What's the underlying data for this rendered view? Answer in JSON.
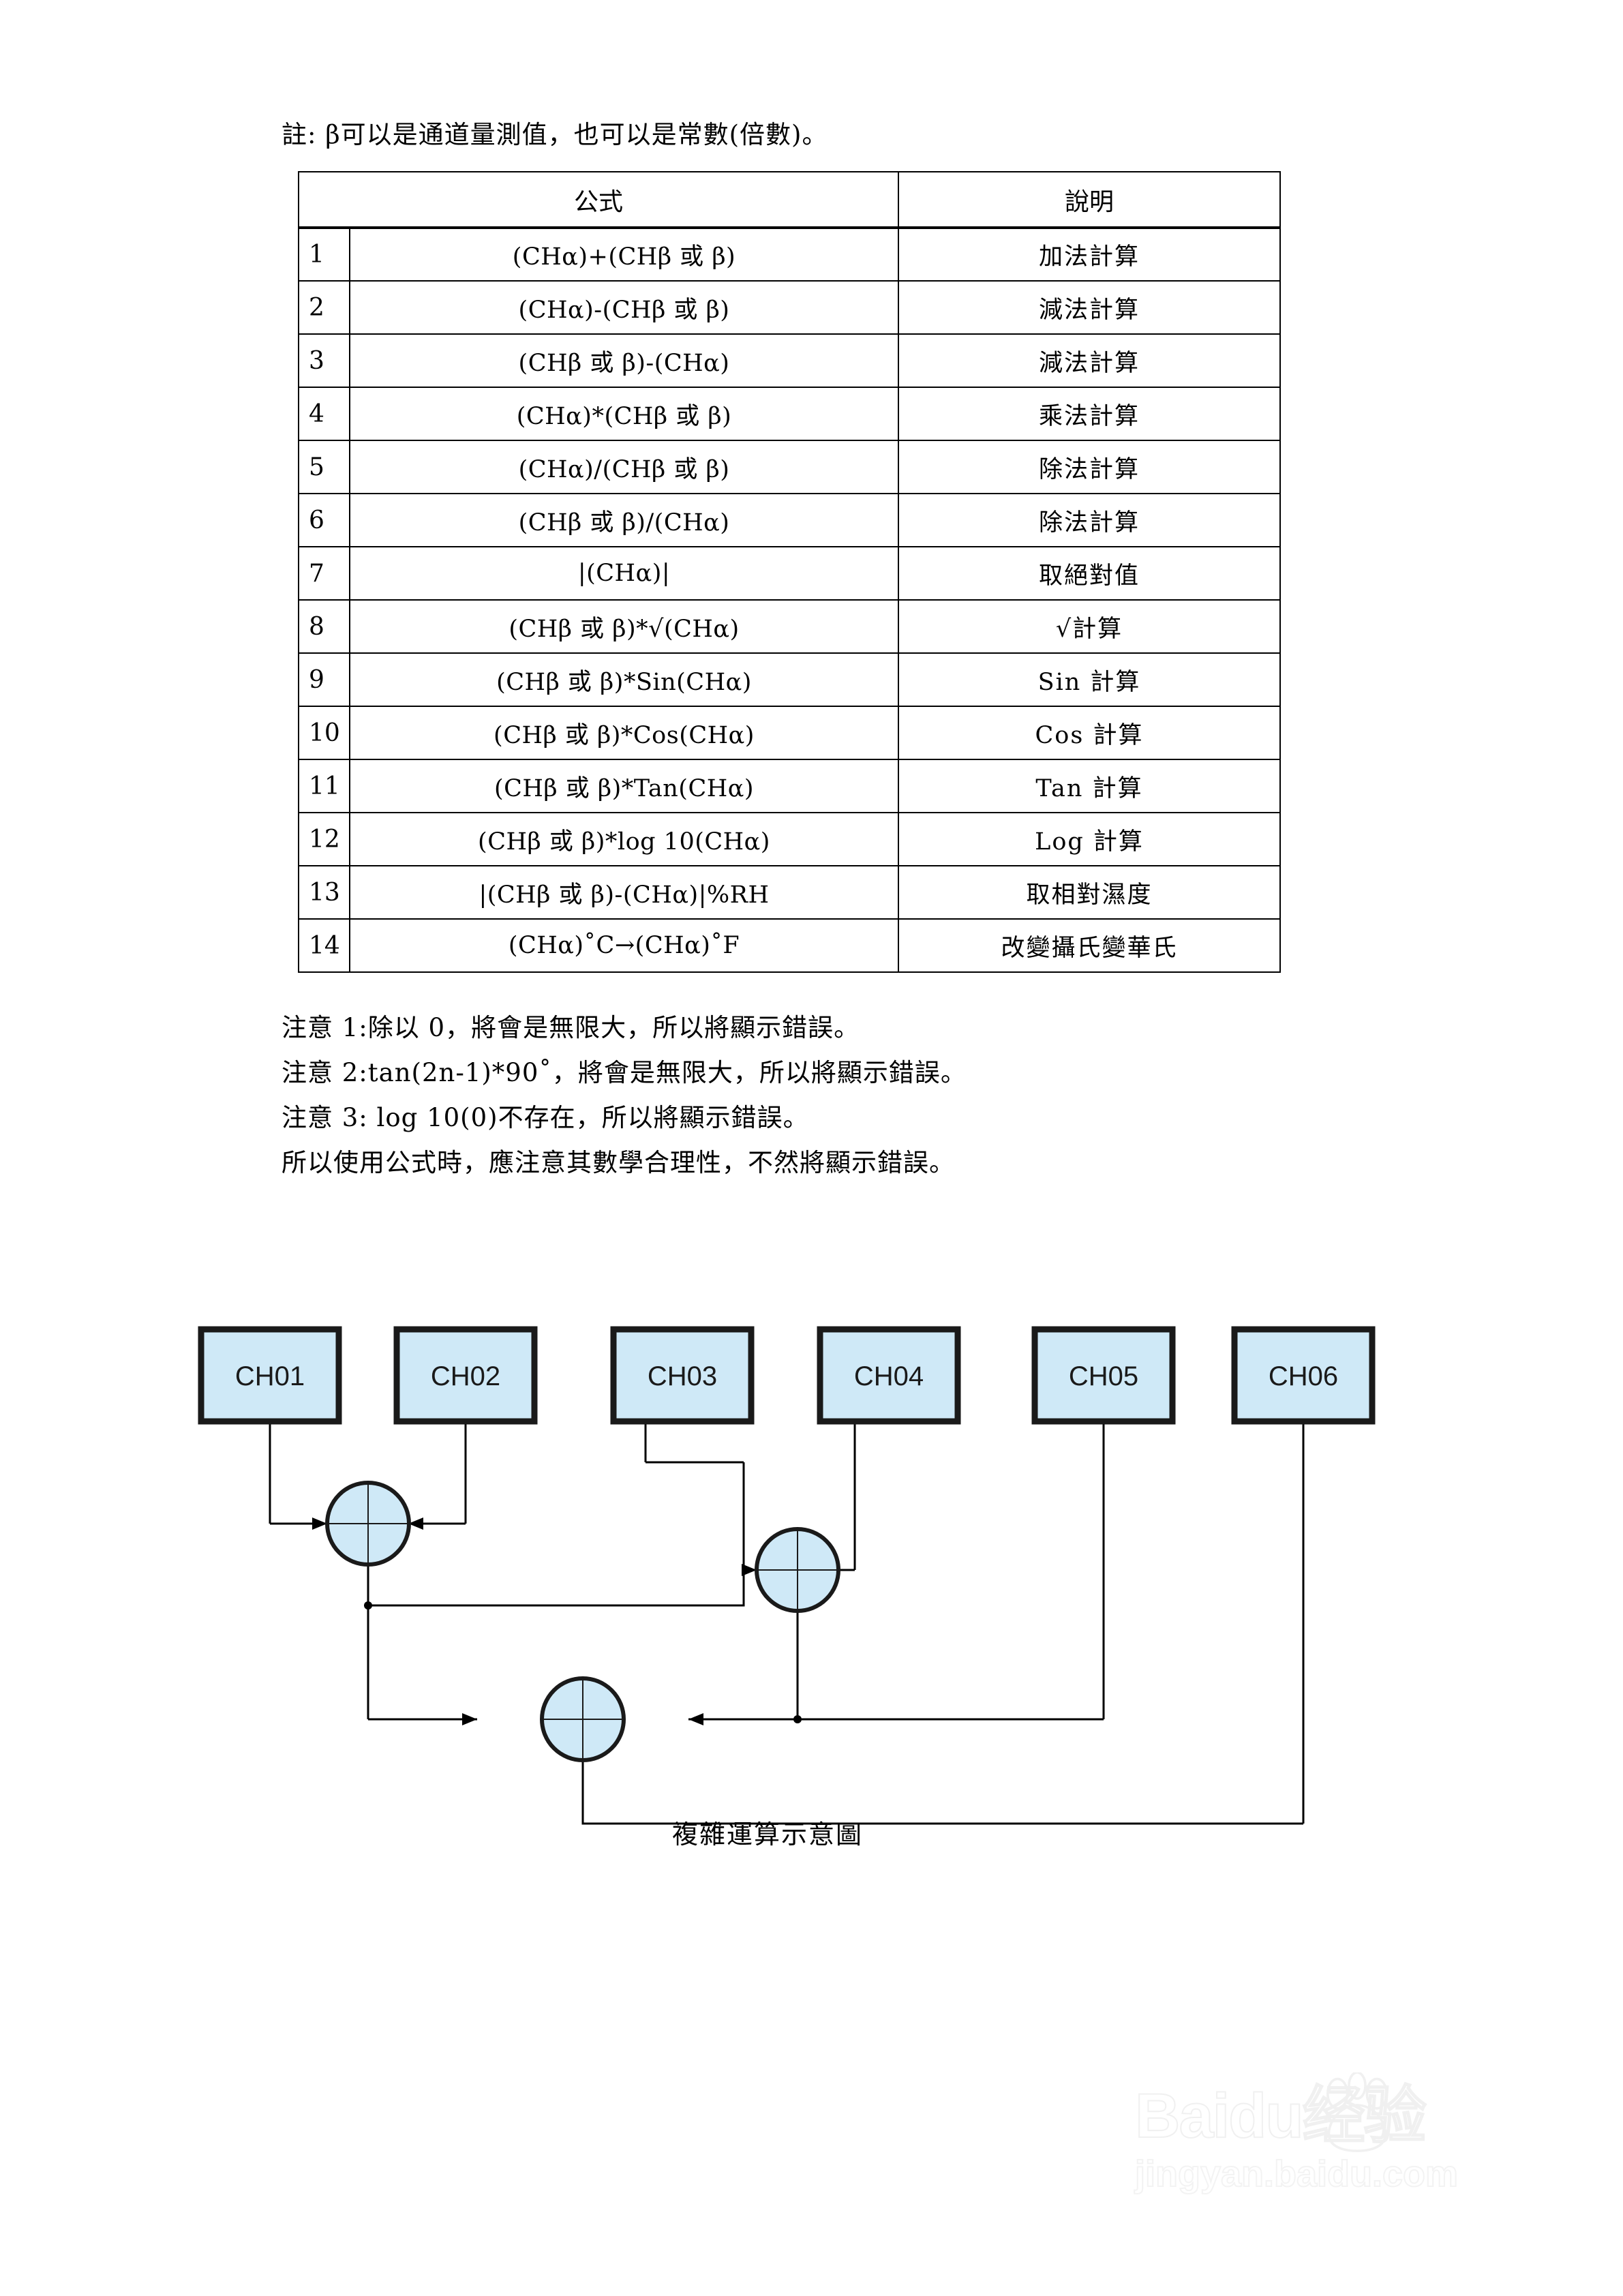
{
  "top_note": "註: β可以是通道量測值，也可以是常數(倍數)。",
  "table": {
    "headers": {
      "formula": "公式",
      "description": "說明"
    },
    "rows": [
      {
        "index": "1",
        "formula": "(CHα)+(CHβ 或 β)",
        "description": "加法計算"
      },
      {
        "index": "2",
        "formula": "(CHα)-(CHβ 或 β)",
        "description": "減法計算"
      },
      {
        "index": "3",
        "formula": "(CHβ 或 β)-(CHα)",
        "description": "減法計算"
      },
      {
        "index": "4",
        "formula": "(CHα)*(CHβ 或 β)",
        "description": "乘法計算"
      },
      {
        "index": "5",
        "formula": "(CHα)/(CHβ 或 β)",
        "description": "除法計算"
      },
      {
        "index": "6",
        "formula": "(CHβ 或 β)/(CHα)",
        "description": "除法計算"
      },
      {
        "index": "7",
        "formula": "|(CHα)|",
        "description": "取絕對值"
      },
      {
        "index": "8",
        "formula": "(CHβ 或 β)*√(CHα)",
        "description": "√計算"
      },
      {
        "index": "9",
        "formula": "(CHβ 或 β)*Sin(CHα)",
        "description": "Sin 計算"
      },
      {
        "index": "10",
        "formula": "(CHβ 或 β)*Cos(CHα)",
        "description": "Cos 計算"
      },
      {
        "index": "11",
        "formula": "(CHβ 或 β)*Tan(CHα)",
        "description": "Tan 計算"
      },
      {
        "index": "12",
        "formula": "(CHβ 或 β)*log 10(CHα)",
        "description": "Log 計算"
      },
      {
        "index": "13",
        "formula": "|(CHβ 或 β)-(CHα)|%RH",
        "description": "取相對濕度"
      },
      {
        "index": "14",
        "formula": "(CHα)˚C→(CHα)˚F",
        "description": "改變攝氏變華氏"
      }
    ]
  },
  "notes": [
    "注意 1:除以 0，將會是無限大，所以將顯示錯誤。",
    "注意 2:tan(2n-1)*90˚，將會是無限大，所以將顯示錯誤。",
    "注意 3: log 10(0)不存在，所以將顯示錯誤。",
    "所以使用公式時，應注意其數學合理性，不然將顯示錯誤。"
  ],
  "diagram": {
    "caption": "複雜運算示意圖",
    "channels": [
      {
        "id": "CH01",
        "label": "CH01"
      },
      {
        "id": "CH02",
        "label": "CH02"
      },
      {
        "id": "CH03",
        "label": "CH03"
      },
      {
        "id": "CH04",
        "label": "CH04"
      },
      {
        "id": "CH05",
        "label": "CH05"
      },
      {
        "id": "CH06",
        "label": "CH06"
      }
    ],
    "colors": {
      "box_fill": "#cfe9f7",
      "box_border": "#1a1a1a",
      "line": "#000000",
      "node_fill": "#cfe9f7"
    }
  },
  "watermark": {
    "brand": "Baidu",
    "brand_cn": "经验",
    "url": "jingyan.baidu.com"
  }
}
